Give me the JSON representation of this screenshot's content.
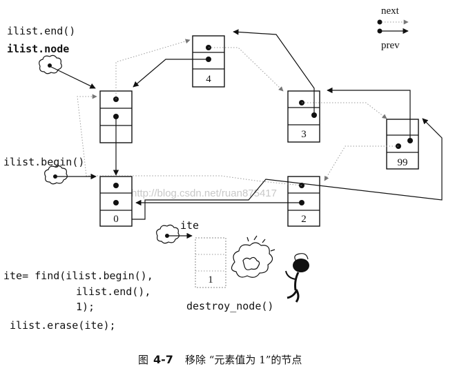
{
  "labels": {
    "end_call": "ilist.end()",
    "node_member": "ilist.node",
    "begin_call": "ilist.begin()",
    "ite_label": "ite",
    "legend_next": "next",
    "legend_prev": "prev",
    "destroy": "destroy_node()"
  },
  "nodes": {
    "top_node": "4",
    "right_node": "3",
    "far_right_node": "99",
    "begin_node": "0",
    "bottom_right_node": "2",
    "erased_node": "1"
  },
  "code": {
    "line1": "ite= find(ilist.begin(),",
    "line2": "ilist.end(),",
    "line3": "1);",
    "line4": "ilist.erase(ite);"
  },
  "watermark": "http://blog.csdn.net/ruan875417",
  "caption": {
    "prefix": "图",
    "number": "4-7",
    "text": "移除 “元素值为 1”的节点"
  }
}
